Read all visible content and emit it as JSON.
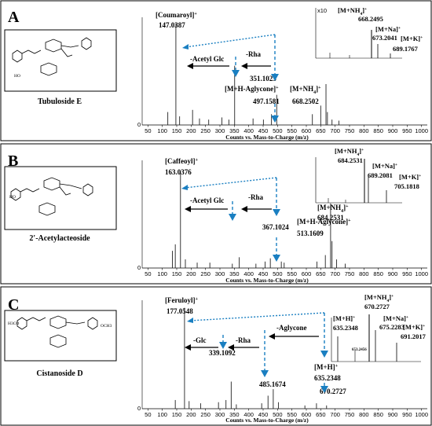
{
  "panels": [
    {
      "letter": "A",
      "compound": "Tubuloside E",
      "x_axis_label": "Counts vs. Mass-to-Charge (m/z)",
      "y_tick": "0",
      "fragment_labels": [
        {
          "name": "[Coumaroyl]",
          "sup": "+",
          "value": "147.0387"
        },
        {
          "name": "",
          "sup": "",
          "value": "351.1023"
        },
        {
          "name": "[M+H-Aglycone]",
          "sup": "+",
          "value": "497.1581"
        },
        {
          "name": "[M+NH",
          "sub": "4",
          "tail": "]",
          "sup": "+",
          "value": "668.2502"
        }
      ],
      "arrows": [
        "-Acetyl Glc",
        "-Rha"
      ],
      "inset_labels": [
        {
          "name": "[M+NH",
          "sub": "4",
          "tail": "]",
          "sup": "+",
          "value": "668.2495"
        },
        {
          "name": "[M+Na]",
          "sup": "+",
          "value": "673.2041"
        },
        {
          "name": "[M+K]",
          "sup": "+",
          "value": "689.1767"
        }
      ],
      "inset_tick": "x10"
    },
    {
      "letter": "B",
      "compound": "2′-Acetylacteoside",
      "x_axis_label": "Counts vs. Mass-to-Charge (m/z)",
      "y_tick": "0",
      "fragment_labels": [
        {
          "name": "[Caffeoyl]",
          "sup": "+",
          "value": "163.0376"
        },
        {
          "name": "",
          "sup": "",
          "value": "367.1024"
        },
        {
          "name": "[M+H-Aglycone]",
          "sup": "+",
          "value": "513.1609"
        },
        {
          "name": "[M+NH",
          "sub": "4",
          "tail": "]",
          "sup": "+",
          "value": "684.2531"
        }
      ],
      "arrows": [
        "-Acetyl Glc",
        "-Rha"
      ],
      "inset_labels": [
        {
          "name": "[M+NH",
          "sub": "4",
          "tail": "]",
          "sup": "+",
          "value": "684.2531"
        },
        {
          "name": "[M+Na]",
          "sup": "+",
          "value": "689.2081"
        },
        {
          "name": "[M+K]",
          "sup": "+",
          "value": "705.1818"
        }
      ],
      "inset_tick": ""
    },
    {
      "letter": "C",
      "compound": "Cistanoside D",
      "x_axis_label": "Counts vs. Mass-to-Charge (m/z)",
      "y_tick": "0",
      "fragment_labels": [
        {
          "name": "[Feruloyl]",
          "sup": "+",
          "value": "177.0548"
        },
        {
          "name": "",
          "sup": "",
          "value": "339.1092"
        },
        {
          "name": "",
          "sup": "",
          "value": "485.1674"
        },
        {
          "name": "[M+H]",
          "sup": "+",
          "value": "635.2348"
        },
        {
          "name": "",
          "sup": "",
          "value": "670.2727"
        }
      ],
      "arrows": [
        "-Glc",
        "-Rha",
        "-Aglycone"
      ],
      "inset_labels": [
        {
          "name": "[M+NH",
          "sub": "4",
          "tail": "]",
          "sup": "+",
          "value": "670.2727"
        },
        {
          "name": "[M+Na]",
          "sup": "+",
          "value": "675.2283"
        },
        {
          "name": "[M+K]",
          "sup": "+",
          "value": "691.2017"
        },
        {
          "name": "[M+H]",
          "sup": "+",
          "value": "635.2348"
        }
      ],
      "inset_extra": "653.2456"
    }
  ],
  "chart_data": [
    {
      "type": "bar",
      "x_ticks": [
        50,
        100,
        150,
        200,
        250,
        300,
        350,
        400,
        450,
        500,
        550,
        600,
        650,
        700,
        750,
        800,
        850,
        900,
        950,
        1000
      ],
      "xlim": [
        30,
        1020
      ],
      "peaks": [
        {
          "mz": 147.0387,
          "rel": 0.94
        },
        {
          "mz": 351.1023,
          "rel": 0.55
        },
        {
          "mz": 497.1581,
          "rel": 0.28
        },
        {
          "mz": 668.2502,
          "rel": 0.38
        },
        {
          "mz": 119,
          "rel": 0.12
        },
        {
          "mz": 160,
          "rel": 0.08
        },
        {
          "mz": 205,
          "rel": 0.14
        },
        {
          "mz": 229,
          "rel": 0.06
        },
        {
          "mz": 261,
          "rel": 0.05
        },
        {
          "mz": 307,
          "rel": 0.07
        },
        {
          "mz": 331,
          "rel": 0.05
        },
        {
          "mz": 415,
          "rel": 0.06
        },
        {
          "mz": 451,
          "rel": 0.05
        },
        {
          "mz": 479,
          "rel": 0.1
        },
        {
          "mz": 621,
          "rel": 0.1
        },
        {
          "mz": 650,
          "rel": 0.18
        },
        {
          "mz": 673.2041,
          "rel": 0.12
        },
        {
          "mz": 689.1767,
          "rel": 0.05
        },
        {
          "mz": 713,
          "rel": 0.04
        }
      ]
    },
    {
      "type": "bar",
      "x_ticks": [
        50,
        100,
        150,
        200,
        250,
        300,
        350,
        400,
        450,
        500,
        550,
        600,
        650,
        700,
        750,
        800,
        850,
        900,
        950,
        1000
      ],
      "xlim": [
        30,
        1020
      ],
      "peaks": [
        {
          "mz": 163.0376,
          "rel": 0.9
        },
        {
          "mz": 367.1024,
          "rel": 0.1
        },
        {
          "mz": 513.1609,
          "rel": 0.06
        },
        {
          "mz": 684.2531,
          "rel": 0.6
        },
        {
          "mz": 135,
          "rel": 0.16
        },
        {
          "mz": 145,
          "rel": 0.22
        },
        {
          "mz": 180,
          "rel": 0.08
        },
        {
          "mz": 221,
          "rel": 0.05
        },
        {
          "mz": 265,
          "rel": 0.05
        },
        {
          "mz": 343,
          "rel": 0.04
        },
        {
          "mz": 425,
          "rel": 0.04
        },
        {
          "mz": 457,
          "rel": 0.06
        },
        {
          "mz": 475,
          "rel": 0.09
        },
        {
          "mz": 523,
          "rel": 0.05
        },
        {
          "mz": 637,
          "rel": 0.06
        },
        {
          "mz": 666,
          "rel": 0.12
        },
        {
          "mz": 689.2081,
          "rel": 0.25
        },
        {
          "mz": 705.1818,
          "rel": 0.08
        },
        {
          "mz": 735,
          "rel": 0.04
        }
      ]
    },
    {
      "type": "bar",
      "x_ticks": [
        50,
        100,
        150,
        200,
        250,
        300,
        350,
        400,
        450,
        500,
        550,
        600,
        650,
        700,
        750,
        800,
        850,
        900,
        950,
        1000
      ],
      "xlim": [
        30,
        1020
      ],
      "peaks": [
        {
          "mz": 177.0548,
          "rel": 0.93
        },
        {
          "mz": 339.1092,
          "rel": 0.25
        },
        {
          "mz": 485.1674,
          "rel": 0.18
        },
        {
          "mz": 635.2348,
          "rel": 0.05
        },
        {
          "mz": 670.2727,
          "rel": 0.03
        },
        {
          "mz": 145,
          "rel": 0.08
        },
        {
          "mz": 193,
          "rel": 0.07
        },
        {
          "mz": 233,
          "rel": 0.05
        },
        {
          "mz": 295,
          "rel": 0.06
        },
        {
          "mz": 321,
          "rel": 0.08
        },
        {
          "mz": 357,
          "rel": 0.04
        },
        {
          "mz": 445,
          "rel": 0.05
        },
        {
          "mz": 467,
          "rel": 0.12
        },
        {
          "mz": 503,
          "rel": 0.06
        },
        {
          "mz": 595,
          "rel": 0.03
        }
      ]
    }
  ]
}
